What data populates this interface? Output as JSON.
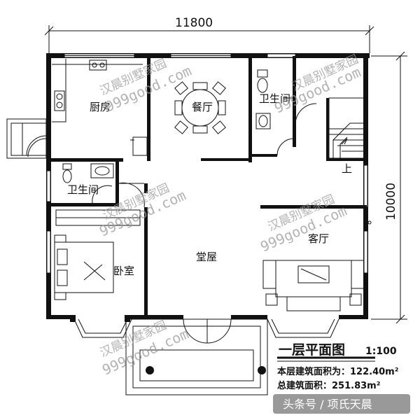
{
  "dimensions": {
    "width_label": "11800",
    "height_label": "10000"
  },
  "rooms": {
    "kitchen": "厨房",
    "dining": "餐厅",
    "bathroom_right": "卫生间",
    "bathroom_left": "卫生间",
    "bedroom": "卧室",
    "hall": "堂屋",
    "living": "客厅",
    "stair_mark": "上"
  },
  "watermark": {
    "brand": "汉晨别墅家园",
    "url": "999good.com"
  },
  "legend": {
    "title": "一层平面图",
    "scale": "1:100",
    "floor_area": "本层建筑面积为：122.40m²",
    "total_area": "总建筑面积：251.83m²"
  },
  "credit": "头条号 / 项氏天晨"
}
